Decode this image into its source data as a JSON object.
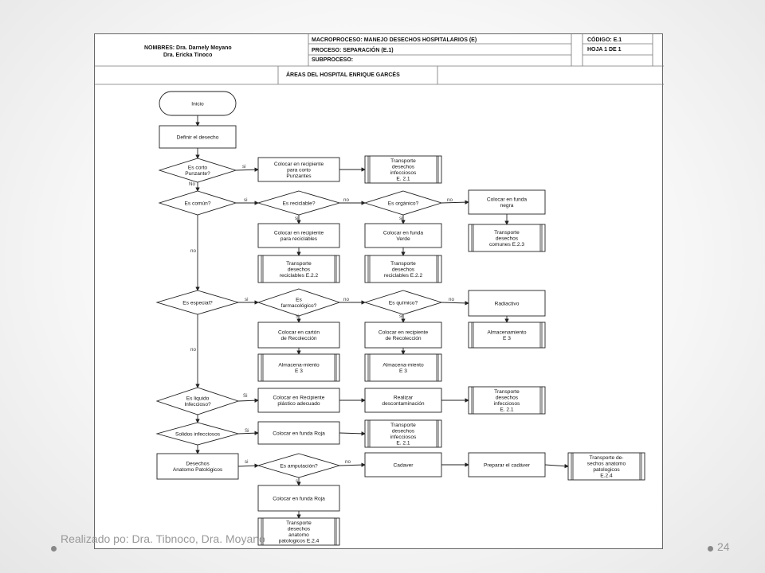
{
  "header": {
    "nombres_line1": "NOMBRES: Dra.  Darnely Moyano",
    "nombres_line2": "Dra.  Ericka Tinoco",
    "macroproceso": "MACROPROCESO: MANEJO DESECHOS HOSPITALARIOS (E)",
    "proceso": "PROCESO: SEPARACIÓN (E.1)",
    "subproceso": "SUBPROCESO:",
    "codigo": "CÓDIGO: E.1",
    "hoja": "HOJA  1 DE 1",
    "areas": "ÁREAS  DEL HOSPITAL ENRIQUE GARCÉS"
  },
  "nodes": {
    "inicio": "Inicio",
    "definir": "Definir el desecho",
    "es_corto": [
      "Es corto",
      "Punzante?"
    ],
    "recipiente_corto": [
      "Colocar en recipiente",
      "para corto",
      "Punzantes"
    ],
    "transporte_e21_a": [
      "Transporte",
      "desechos",
      "infecciosos",
      "E. 2.1"
    ],
    "es_comun": "Es común?",
    "es_reciclable": "Es reciclable?",
    "es_organico": "Es orgánico?",
    "funda_negra": [
      "Colocar en funda",
      "negra"
    ],
    "recipiente_reciclables": [
      "Colocar en recipiente",
      "para reciclables"
    ],
    "funda_verde": [
      "Colocar en funda",
      "Verde"
    ],
    "transporte_comunes": [
      "Transporte",
      "desechos",
      "comunes E.2.3"
    ],
    "transporte_reciclables_a": [
      "Transporte",
      "desechos",
      "reciclables E.2.2"
    ],
    "transporte_reciclables_b": [
      "Transporte",
      "desechos",
      "reciclables E.2.2"
    ],
    "es_especial": "Es especial?",
    "es_farmacologico": [
      "Es",
      "farmacológico?"
    ],
    "es_quimico": "Es químico?",
    "radiactivo": "Radiactivo",
    "carton": [
      "Colocar en cartón",
      "de Recolección"
    ],
    "recipiente_recoleccion": [
      "Colocar en recipiente",
      "de  Recolección"
    ],
    "almacenamiento_e3": [
      "Almacenamiento",
      "E 3"
    ],
    "almacena_a": [
      "Almacena-miento",
      "E 3"
    ],
    "almacena_b": [
      "Almacena-miento",
      "E 3"
    ],
    "es_liquido": [
      "Es liquido",
      "Infeccioso?"
    ],
    "recipiente_plastico": [
      "Colocar en  Recipiente",
      "plástico adecuado"
    ],
    "descontaminacion": [
      "Realizar",
      "descontaminación"
    ],
    "transporte_e21_b": [
      "Transporte",
      "desechos",
      "infecciosos",
      "E. 2.1"
    ],
    "solidos": "Solidos  infecciosos",
    "funda_roja_a": "Colocar en funda Roja",
    "transporte_e21_c": [
      "Transporte",
      "desechos",
      "infecciosos",
      "E. 2.1"
    ],
    "anatomo": [
      "Desechos",
      "Anatomo Patológicos"
    ],
    "es_amputacion": "Es amputación?",
    "cadaver": "Cadaver",
    "preparar": "Preparar el cadáver",
    "transporte_anatomo_a": [
      "Transporte de-",
      "sechos anatomo",
      "patologicos",
      "E.2.4"
    ],
    "funda_roja_b": "Colocar en funda Roja",
    "transporte_anatomo_b": [
      "Transporte",
      "desechos",
      "anatomo",
      "patologicos E.2.4"
    ]
  },
  "labels": {
    "si": "si",
    "no": "no",
    "No": "No",
    "Si": "Si"
  },
  "footer": {
    "text": "Realizado po:  Dra. Tibnoco, Dra. Moyano",
    "page": "24"
  }
}
